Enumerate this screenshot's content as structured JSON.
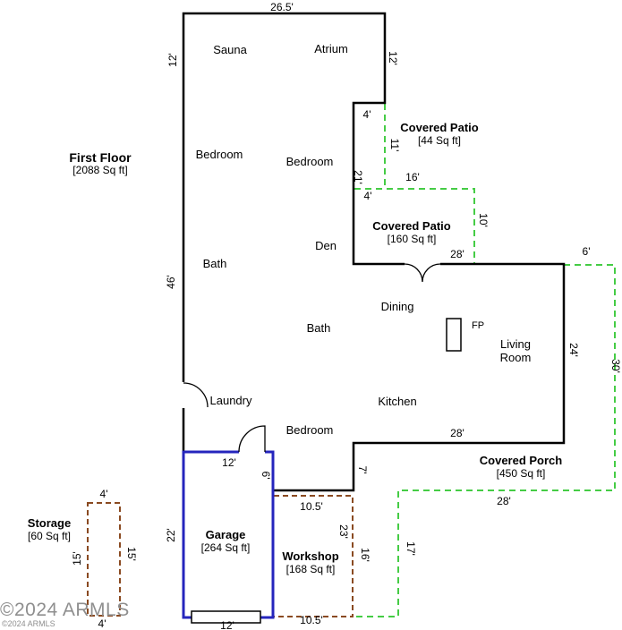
{
  "plan_title": {
    "name": "First Floor",
    "area": "[2088 Sq ft]"
  },
  "rooms": {
    "sauna": "Sauna",
    "atrium": "Atrium",
    "bedroom_top": "Bedroom",
    "bedroom_mid": "Bedroom",
    "den": "Den",
    "bath_upper": "Bath",
    "dining": "Dining",
    "bath_lower": "Bath",
    "living_room": "Living Room",
    "laundry": "Laundry",
    "kitchen": "Kitchen",
    "bedroom_bottom": "Bedroom",
    "fireplace": "FP"
  },
  "areas": {
    "patio_small": {
      "name": "Covered Patio",
      "area": "[44 Sq ft]"
    },
    "patio_large": {
      "name": "Covered Patio",
      "area": "[160 Sq ft]"
    },
    "porch": {
      "name": "Covered Porch",
      "area": "[450 Sq ft]"
    },
    "garage": {
      "name": "Garage",
      "area": "[264 Sq ft]"
    },
    "workshop": {
      "name": "Workshop",
      "area": "[168 Sq ft]"
    },
    "storage": {
      "name": "Storage",
      "area": "[60 Sq ft]"
    }
  },
  "dims": {
    "top_26_5": "26.5'",
    "left_top_12": "12'",
    "right_top_12": "12'",
    "patio_small_top_4": "4'",
    "patio_small_right_11": "11'",
    "patio_wall_21": "21'",
    "patio_small_bottom_4": "4'",
    "patio_large_top_16": "16'",
    "patio_large_right_10": "10'",
    "porch_top_6": "6'",
    "den_wall_28": "28'",
    "left_mid_46": "46'",
    "living_right_24": "24'",
    "porch_right_30": "30'",
    "kitchen_wall_28": "28'",
    "garage_top_12": "12'",
    "garage_right_6": "6'",
    "ext_right_7": "7'",
    "workshop_top_10_5": "10.5'",
    "workshop_right_23": "23'",
    "workshop_right_16": "16'",
    "porch_left_17": "17'",
    "porch_bottom_28": "28'",
    "garage_left_22": "22'",
    "storage_top_4": "4'",
    "storage_left_15": "15'",
    "storage_right_15": "15'",
    "storage_bottom_4": "4'",
    "garage_bottom_12": "12'",
    "workshop_bottom_10_5": "10.5'"
  },
  "watermark": {
    "large": "©2024 ARMLS",
    "small": "©2024 ARMLS"
  },
  "colors": {
    "wall": "#000000",
    "garage": "#2525bd",
    "outdoor_dashed": "#45cc45",
    "storage_dashed": "#8a4a21",
    "watermark": "#8f8f8f"
  }
}
